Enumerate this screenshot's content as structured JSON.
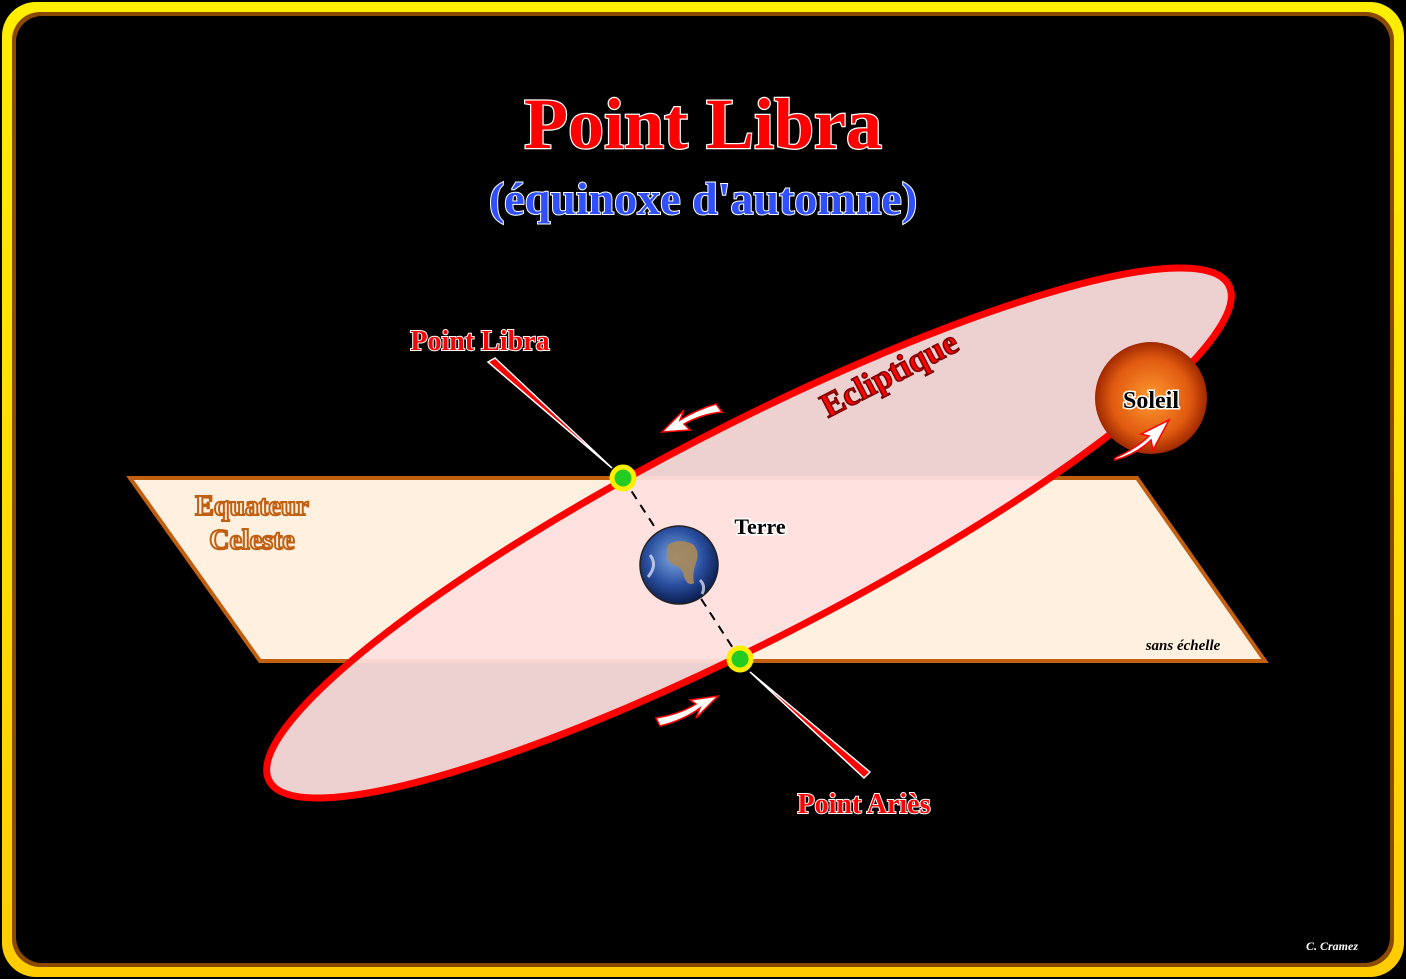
{
  "title": "Point Libra",
  "subtitle": "(équinoxe d'automne)",
  "labels": {
    "point_libra": "Point Libra",
    "point_aries": "Point Ariès",
    "ecliptique": "Ecliptique",
    "soleil": "Soleil",
    "terre": "Terre",
    "equateur_line1": "Equateur",
    "equateur_line2": "Celeste",
    "scale_note": "sans échelle",
    "credit": "C. Cramez"
  },
  "colors": {
    "title": "#ff0000",
    "subtitle": "#3050ff",
    "ecliptic": "#ff0000",
    "ecliptic_fill": "#ffe0e0",
    "equator_fill": "#fff0e0",
    "equator_edge": "#c06010",
    "frame": "#ffdd00"
  }
}
